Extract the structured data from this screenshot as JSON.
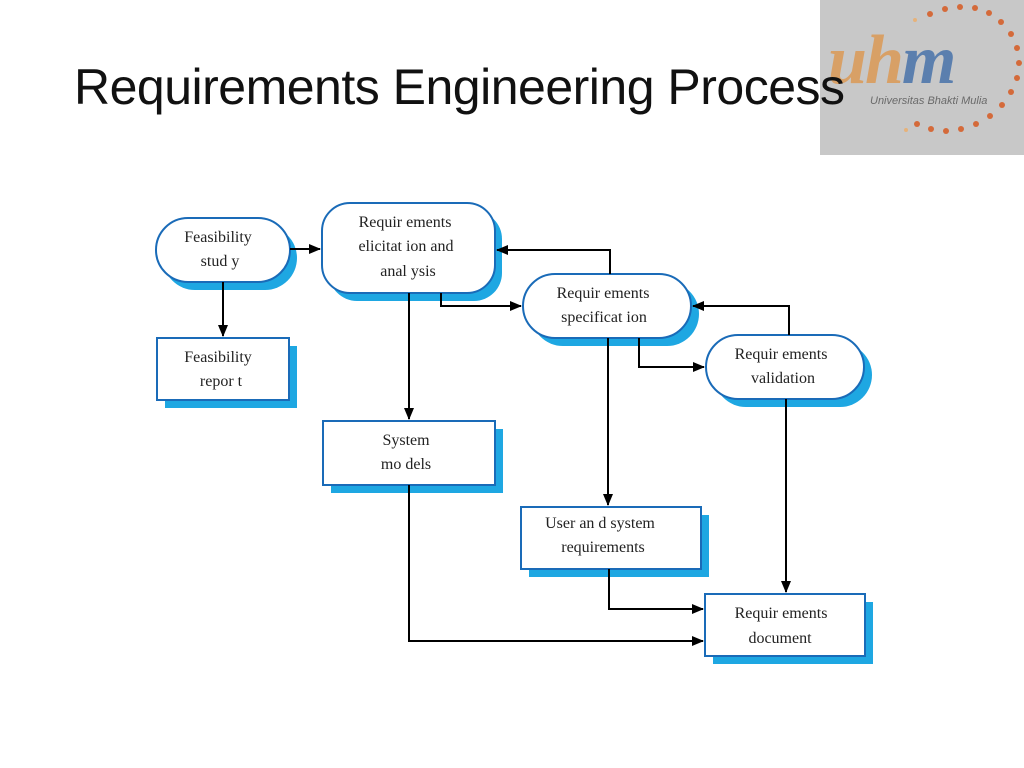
{
  "title": "Requirements Engineering Process",
  "logo": {
    "letters": "uhm",
    "subtitle": "Universitas Bhakti Mulia"
  },
  "colors": {
    "shadow": "#1ea7e2",
    "border": "#1a6bb8",
    "arrow": "#000000"
  },
  "nodes": {
    "feasibility_study": [
      "Feasibility",
      "stud y"
    ],
    "elicitation": [
      "Requir ements",
      "elicitat ion and",
      "anal ysis"
    ],
    "specification": [
      "Requir ements",
      "specificat ion"
    ],
    "validation": [
      "Requir ements",
      "validation"
    ],
    "feasibility_report": [
      "Feasibility",
      "repor t"
    ],
    "system_models": [
      "System",
      "mo dels"
    ],
    "user_system_requirements": [
      "User an d system",
      "requirements"
    ],
    "requirements_document": [
      "Requir ements",
      "document"
    ]
  }
}
